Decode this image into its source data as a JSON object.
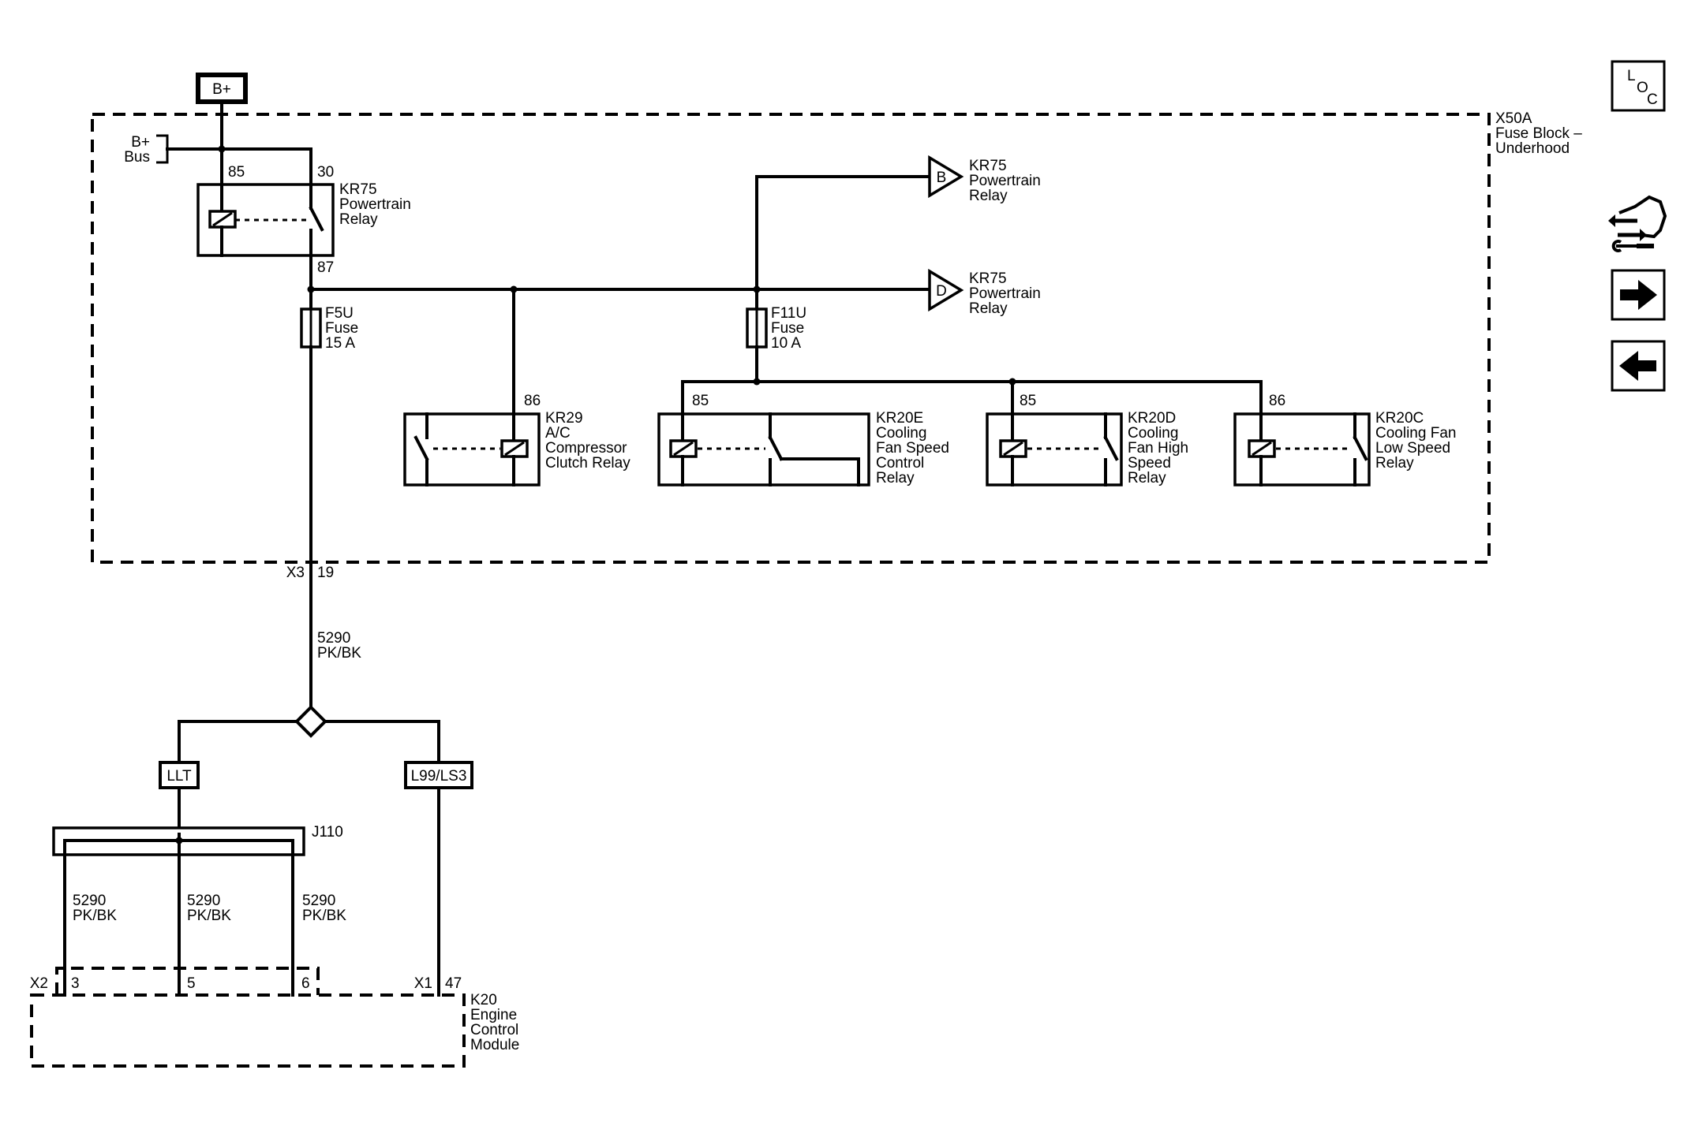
{
  "power": {
    "b_plus_top": "B+",
    "b_plus_bus_1": "B+",
    "b_plus_bus_2": "Bus"
  },
  "fuse_block": {
    "name_1": "X50A",
    "name_2": "Fuse Block –",
    "name_3": "Underhood"
  },
  "relay_kr75": {
    "pin_85": "85",
    "pin_30": "30",
    "pin_87": "87",
    "name_1": "KR75",
    "name_2": "Powertrain",
    "name_3": "Relay"
  },
  "offpage_b": {
    "letter": "B",
    "name_1": "KR75",
    "name_2": "Powertrain",
    "name_3": "Relay"
  },
  "offpage_d": {
    "letter": "D",
    "name_1": "KR75",
    "name_2": "Powertrain",
    "name_3": "Relay"
  },
  "fuse_f5u": {
    "name": "F5U",
    "type": "Fuse",
    "rating": "15 A"
  },
  "fuse_f11u": {
    "name": "F11U",
    "type": "Fuse",
    "rating": "10 A"
  },
  "relay_kr29": {
    "pin": "86",
    "name_1": "KR29",
    "name_2": "A/C",
    "name_3": "Compressor",
    "name_4": "Clutch Relay"
  },
  "relay_kr20e": {
    "pin": "85",
    "name_1": "KR20E",
    "name_2": "Cooling",
    "name_3": "Fan Speed",
    "name_4": "Control",
    "name_5": "Relay"
  },
  "relay_kr20d": {
    "pin": "85",
    "name_1": "KR20D",
    "name_2": "Cooling",
    "name_3": "Fan High",
    "name_4": "Speed",
    "name_5": "Relay"
  },
  "relay_kr20c": {
    "pin": "86",
    "name_1": "KR20C",
    "name_2": "Cooling Fan",
    "name_3": "Low Speed",
    "name_4": "Relay"
  },
  "connector_x3": {
    "conn": "X3",
    "pin": "19"
  },
  "wire_main": {
    "circuit": "5290",
    "color": "PK/BK"
  },
  "option_llt": "LLT",
  "option_l99": "L99/LS3",
  "splice_j110": "J110",
  "wires_j110": [
    {
      "circuit": "5290",
      "color": "PK/BK"
    },
    {
      "circuit": "5290",
      "color": "PK/BK"
    },
    {
      "circuit": "5290",
      "color": "PK/BK"
    }
  ],
  "ecm": {
    "conn_x2": "X2",
    "pin_3": "3",
    "pin_5": "5",
    "pin_6": "6",
    "conn_x1": "X1",
    "pin_47": "47",
    "name_1": "K20",
    "name_2": "Engine",
    "name_3": "Control",
    "name_4": "Module"
  },
  "side_nav": {
    "loc_l": "L",
    "loc_o": "O",
    "loc_c": "C",
    "items": [
      {
        "icon": "vehicle-tools-icon"
      },
      {
        "icon": "arrow-right-icon"
      },
      {
        "icon": "arrow-left-icon"
      }
    ]
  }
}
